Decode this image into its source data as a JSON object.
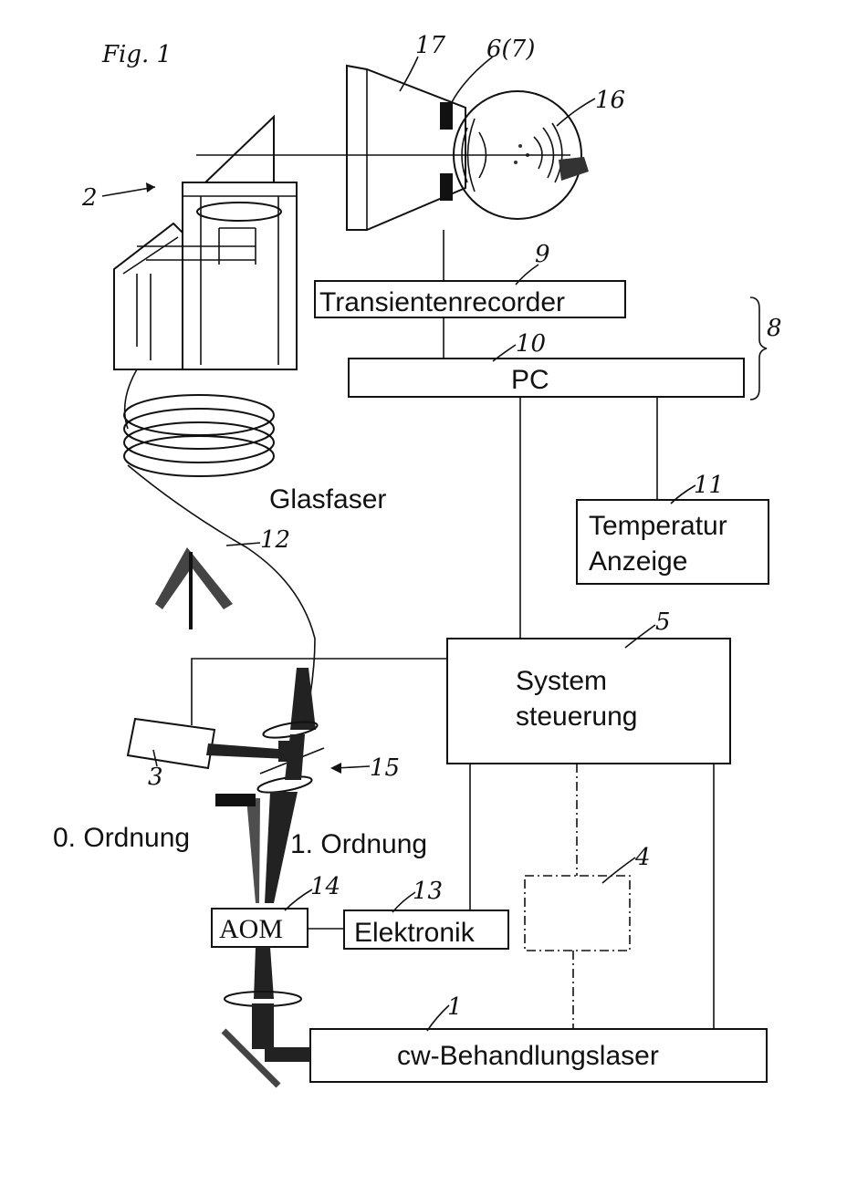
{
  "figure": {
    "label": "Fig. 1"
  },
  "text_labels": {
    "fiber": "Glasfaser",
    "order0": "0. Ordnung",
    "order1": "1. Ordnung"
  },
  "blocks": {
    "transient_recorder": "Transientenrecorder",
    "pc": "PC",
    "temperature_line1": "Temperatur",
    "temperature_line2": "Anzeige",
    "system_line1": "System",
    "system_line2": "steuerung",
    "aom": "AOM",
    "electronics": "Elektronik",
    "laser": "cw-Behandlungslaser"
  },
  "reference_numerals": {
    "n1": "1",
    "n2": "2",
    "n3": "3",
    "n4": "4",
    "n5": "5",
    "n6": "6(7)",
    "n8": "8",
    "n9": "9",
    "n10": "10",
    "n11": "11",
    "n12": "12",
    "n13": "13",
    "n14": "14",
    "n15": "15",
    "n16": "16",
    "n17": "17"
  }
}
